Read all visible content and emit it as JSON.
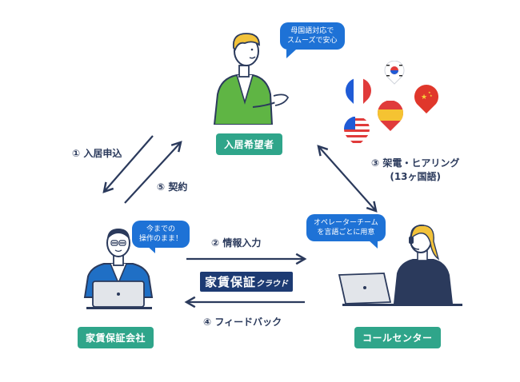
{
  "nodes": {
    "applicant": "入居希望者",
    "guarantor": "家賃保証会社",
    "call_center": "コールセンター"
  },
  "bubbles": {
    "applicant": [
      "母国語対応で",
      "スムーズで安心"
    ],
    "guarantor": [
      "今までの",
      "操作のまま！"
    ],
    "call_center": [
      "オペレーターチーム",
      "を言語ごとに用意"
    ]
  },
  "steps": {
    "s1": "① 入居申込",
    "s5": "⑤ 契約",
    "s3_line1": "③ 架電・ヒアリング",
    "s3_line2": "(13ヶ国語)",
    "s2": "② 情報入力",
    "s4": "④ フィードバック"
  },
  "brand": {
    "main": "家賃保証",
    "sub": "クラウド"
  },
  "flags": [
    "france-flag",
    "korea-flag",
    "china-flag",
    "spain-flag",
    "usa-flag"
  ],
  "colors": {
    "label_green": "#2fa58a",
    "bubble_blue": "#1e72d6",
    "arrow_navy": "#2b3a5c",
    "brand_navy": "#1d3b73",
    "shirt_green": "#5fb544",
    "suit_blue": "#1f6fc5"
  }
}
